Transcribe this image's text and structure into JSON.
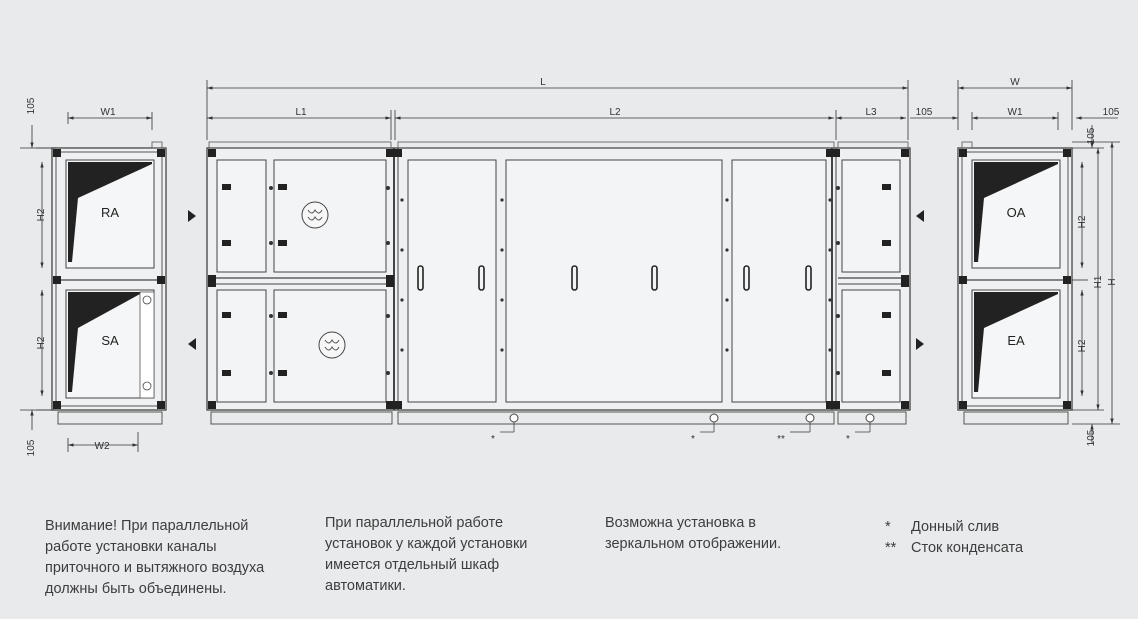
{
  "dimensions": {
    "L": "L",
    "L1": "L1",
    "L2": "L2",
    "L3": "L3",
    "W": "W",
    "W1": "W1",
    "W2": "W2",
    "H": "H",
    "H1": "H1",
    "H2": "H2",
    "d105": "105"
  },
  "ports": {
    "RA": "RA",
    "SA": "SA",
    "OA": "OA",
    "EA": "EA"
  },
  "drain_marks": {
    "single": "*",
    "double": "**"
  },
  "notes": [
    "Внимание! При параллельной\nработе установки каналы\nприточного и вытяжного воздуха\nдолжны быть объединены.",
    "При параллельной работе\nустановок у каждой установки\nимеется отдельный шкаф\nавтоматики.",
    "Возможна установка в\nзеркальном отображении."
  ],
  "legend": [
    {
      "mark": "*",
      "text": "Донный слив"
    },
    {
      "mark": "**",
      "text": "Сток конденсата"
    }
  ]
}
